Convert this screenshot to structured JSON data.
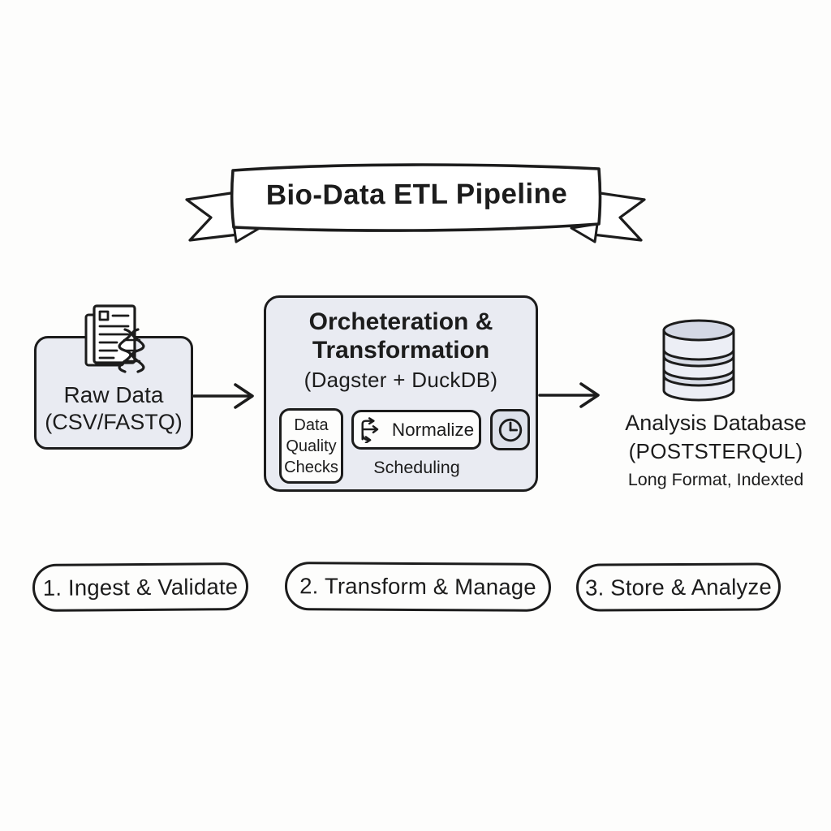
{
  "banner": {
    "title": "Bio-Data ETL Pipeline"
  },
  "stage1": {
    "icon": "documents-dna-icon",
    "title": "Raw Data",
    "subtitle": "(CSV/FASTQ)"
  },
  "stage2": {
    "title_line1": "Orcheteration &",
    "title_line2": "Transformation",
    "subtitle": "(Dagster + DuckDB)",
    "quality_box": {
      "line1": "Data",
      "line2": "Quality",
      "line3": "Checks"
    },
    "normalize_box": {
      "icon": "branch-arrows-icon",
      "label": "Normalize"
    },
    "clock_box": {
      "icon": "clock-icon"
    },
    "scheduling_label": "Scheduling"
  },
  "stage3": {
    "icon": "database-icon",
    "title": "Analysis Database",
    "subtitle": "(POSTSTERQUL)",
    "caption": "Long Format, Indexted"
  },
  "steps": [
    "1. Ingest & Validate",
    "2. Transform & Manage",
    "3. Store & Analyze"
  ],
  "colors": {
    "ink": "#1c1c1c",
    "node_fill": "#e9ebf2",
    "clock_fill": "#dde1ea",
    "background": "#fdfdfc"
  }
}
